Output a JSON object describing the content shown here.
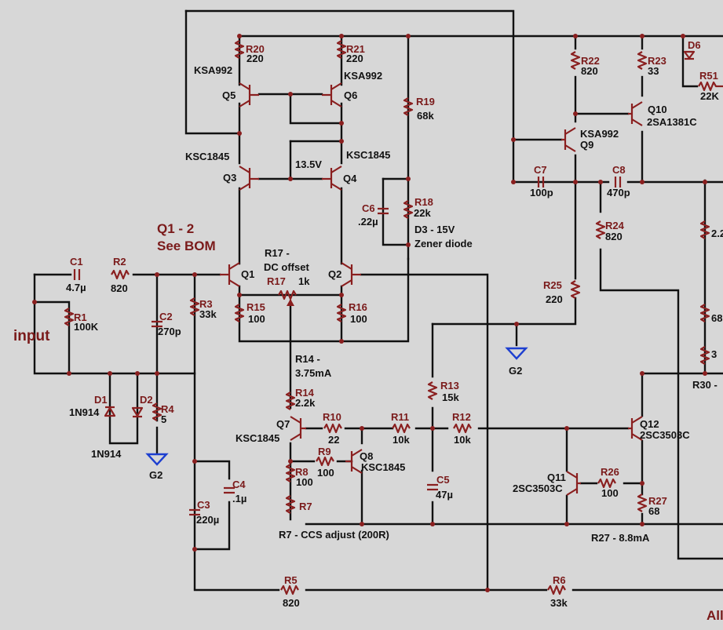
{
  "labels": {
    "input": "input",
    "q12_header": "Q1 - 2",
    "see_bom": "See BOM",
    "r17_note": "R17 -",
    "dc_offset": "DC offset",
    "r14_note": "R14 -",
    "r14_current": "3.75mA",
    "d3_note": "D3 - 15V",
    "zener": "Zener diode",
    "r7_note": "R7 - CCS adjust (200R)",
    "r27_note": "R27 - 8.8mA",
    "r30_note": "R30 -",
    "voltage": "13.5V",
    "corner_text": "All"
  },
  "transistors": {
    "q1": "Q1",
    "q2": "Q2",
    "q3": "Q3",
    "q4": "Q4",
    "q3_type": "KSC1845",
    "q4_type": "KSC1845",
    "q5": "Q5",
    "q6": "Q6",
    "q5_type": "KSA992",
    "q6_type": "KSA992",
    "q7": "Q7",
    "q7_type": "KSC1845",
    "q8": "Q8",
    "q8_type": "KSC1845",
    "q9": "Q9",
    "q9_type": "KSA992",
    "q10": "Q10",
    "q10_type": "2SA1381C",
    "q11": "Q11",
    "q11_type": "2SC3503C",
    "q12": "Q12",
    "q12_type": "2SC3503C"
  },
  "resistors": {
    "r1": "R1",
    "r1_v": "100K",
    "r2": "R2",
    "r2_v": "820",
    "r3": "R3",
    "r3_v": "33k",
    "r4": "R4",
    "r4_v": "5",
    "r5": "R5",
    "r5_v": "820",
    "r6": "R6",
    "r6_v": "33k",
    "r7": "R7",
    "r8": "R8",
    "r8_v": "100",
    "r9": "R9",
    "r9_v": "100",
    "r10": "R10",
    "r10_v": "22",
    "r11": "R11",
    "r11_v": "10k",
    "r12": "R12",
    "r12_v": "10k",
    "r13": "R13",
    "r13_v": "15k",
    "r14": "R14",
    "r14_v": "2.2k",
    "r15": "R15",
    "r15_v": "100",
    "r16": "R16",
    "r16_v": "100",
    "r17": "R17",
    "r17_v": "1k",
    "r18": "R18",
    "r18_v": "22k",
    "r19": "R19",
    "r19_v": "68k",
    "r20": "R20",
    "r20_v": "220",
    "r21": "R21",
    "r21_v": "220",
    "r22": "R22",
    "r22_v": "820",
    "r23": "R23",
    "r23_v": "33",
    "r24": "R24",
    "r24_v": "820",
    "r25": "R25",
    "r25_v": "220",
    "r26": "R26",
    "r26_v": "100",
    "r27": "R27",
    "r27_v": "68",
    "r51": "R51",
    "r51_v": "22K"
  },
  "capacitors": {
    "c1": "C1",
    "c1_v": "4.7µ",
    "c2": "C2",
    "c2_v": "270p",
    "c3": "C3",
    "c3_v": "220µ",
    "c4": "C4",
    "c4_v": ".1µ",
    "c5": "C5",
    "c5_v": "47µ",
    "c6": "C6",
    "c6_v": ".22µ",
    "c7": "C7",
    "c7_v": "100p",
    "c8": "C8",
    "c8_v": "470p"
  },
  "diodes": {
    "d1": "D1",
    "d1_v": "1N914",
    "d2": "D2",
    "d2_v": "1N914",
    "d6": "D6"
  },
  "grounds": {
    "g2a": "G2",
    "g2b": "G2"
  },
  "partial": {
    "r_edge1": "2.2",
    "r_edge2": "68",
    "r_edge3": "3"
  }
}
